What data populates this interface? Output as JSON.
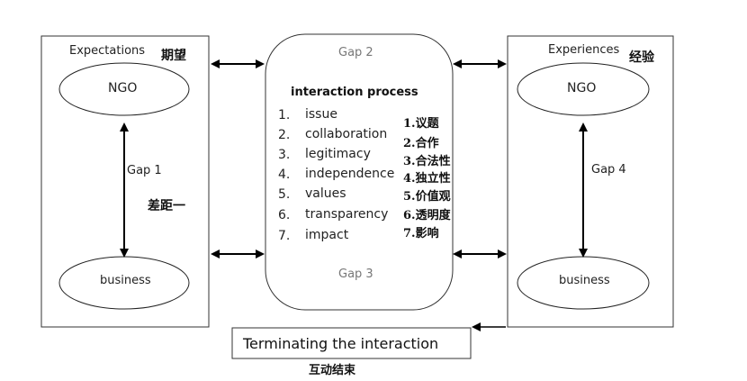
{
  "left_panel": {
    "title": "Expectations",
    "title_cn": "期望",
    "top_ellipse": "NGO",
    "bottom_ellipse": "business",
    "gap_label": "Gap 1",
    "gap_label_cn": "差距一"
  },
  "right_panel": {
    "title": "Experiences",
    "title_cn": "经验",
    "top_ellipse": "NGO",
    "bottom_ellipse": "business",
    "gap_label": "Gap 4"
  },
  "center": {
    "gap_top": "Gap 2",
    "gap_bottom": "Gap 3",
    "title": "interaction process",
    "items": [
      {
        "num": "1.",
        "label": "issue"
      },
      {
        "num": "2.",
        "label": "collaboration"
      },
      {
        "num": "3.",
        "label": "legitimacy"
      },
      {
        "num": "4.",
        "label": "independence"
      },
      {
        "num": "5.",
        "label": "values"
      },
      {
        "num": "6.",
        "label": "transparency"
      },
      {
        "num": "7.",
        "label": "impact"
      }
    ],
    "items_cn": [
      "1.议题",
      "2.合作",
      "3.合法性",
      "4.独立性",
      "5.价值观",
      "6.透明度",
      "7.影响"
    ]
  },
  "terminate": {
    "label": "Terminating the interaction",
    "label_cn": "互动结束"
  }
}
